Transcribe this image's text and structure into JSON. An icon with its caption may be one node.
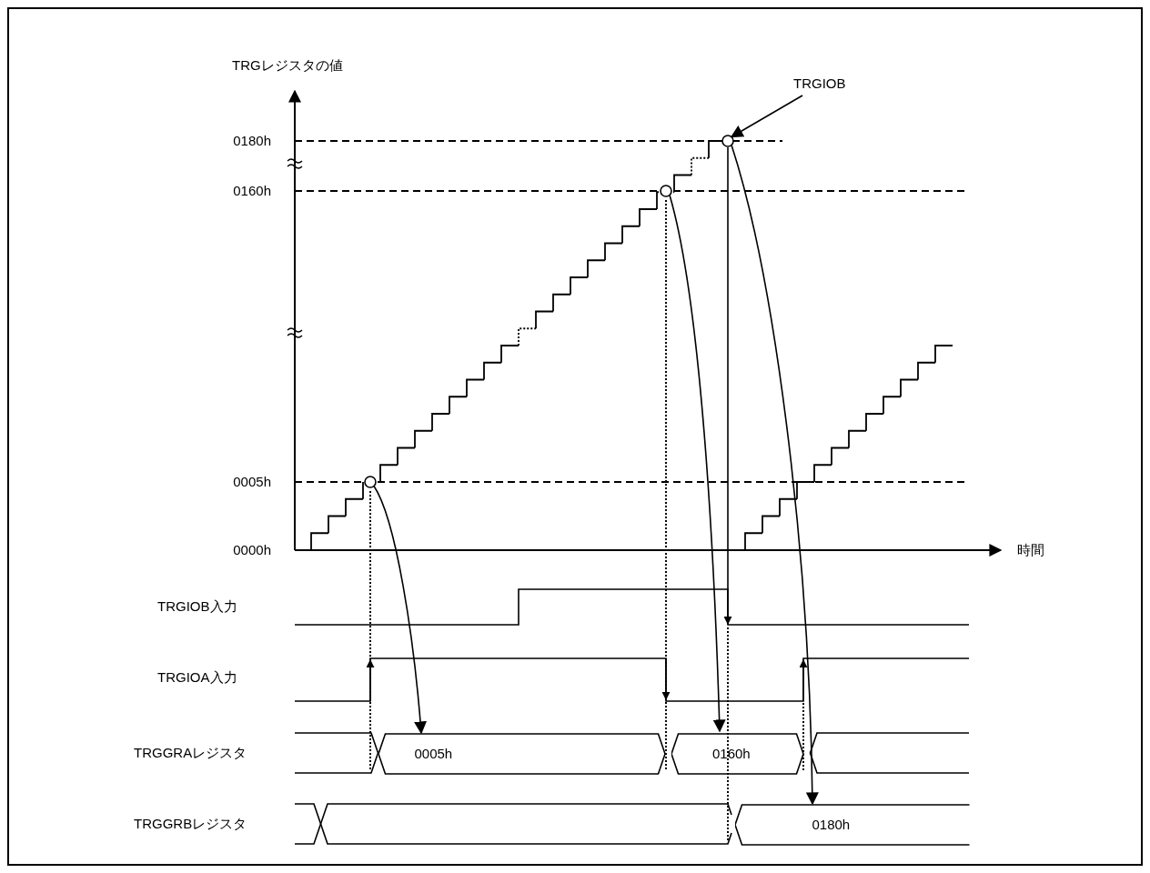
{
  "diagram": {
    "nodes": [
      {
        "text": [
          "TRGIOB"
        ]
      },
      {
        "text": [],
        "shape": "circle"
      },
      {
        "text": [],
        "shape": "circle"
      },
      {
        "text": [],
        "shape": "circle"
      },
      {
        "text": [
          "0005h"
        ]
      },
      {
        "text": [
          "0160h"
        ]
      },
      {
        "text": [
          "0180h"
        ]
      }
    ],
    "edges": [
      {
        "from": 0,
        "to": 1,
        "arrow": "to"
      },
      {
        "from": 3,
        "to": 4,
        "arrow": "to"
      },
      {
        "from": 2,
        "to": 5,
        "arrow": "to"
      },
      {
        "from": 1,
        "to": 6,
        "arrow": "to"
      },
      {
        "from": 1,
        "to": null,
        "arrow": "to"
      }
    ],
    "labels": [
      "TRGレジスタの値",
      "0180h",
      "0160h",
      "0005h",
      "0000h",
      "時間",
      "TRGIOB入力",
      "TRGIOA入力",
      "TRGGRAレジスタ",
      "TRGGRBレジスタ"
    ]
  }
}
